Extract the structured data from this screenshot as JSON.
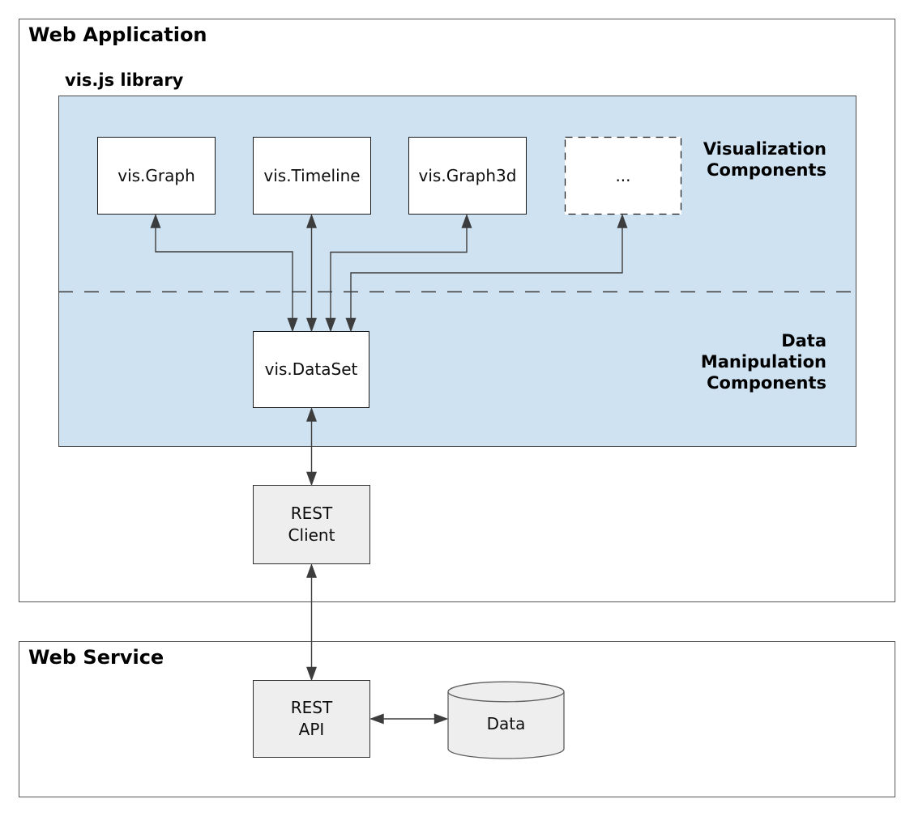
{
  "colors": {
    "library_fill": "#cfe2f1",
    "node_fill_white": "#ffffff",
    "node_fill_gray": "#eeeeee",
    "connector": "#3d3d3d"
  },
  "web_application": {
    "title": "Web Application"
  },
  "visjs_library": {
    "title": "vis.js library",
    "components": [
      {
        "label": "vis.Graph"
      },
      {
        "label": "vis.Timeline"
      },
      {
        "label": "vis.Graph3d"
      },
      {
        "label": "..."
      }
    ],
    "section_labels": {
      "visualization": {
        "line1": "Visualization",
        "line2": "Components"
      },
      "data_manipulation": {
        "line1": "Data",
        "line2": "Manipulation",
        "line3": "Components"
      }
    },
    "dataset": {
      "label": "vis.DataSet"
    }
  },
  "rest_client": {
    "line1": "REST",
    "line2": "Client"
  },
  "web_service": {
    "title": "Web Service",
    "rest_api": {
      "line1": "REST",
      "line2": "API"
    },
    "data_store": {
      "label": "Data"
    }
  }
}
